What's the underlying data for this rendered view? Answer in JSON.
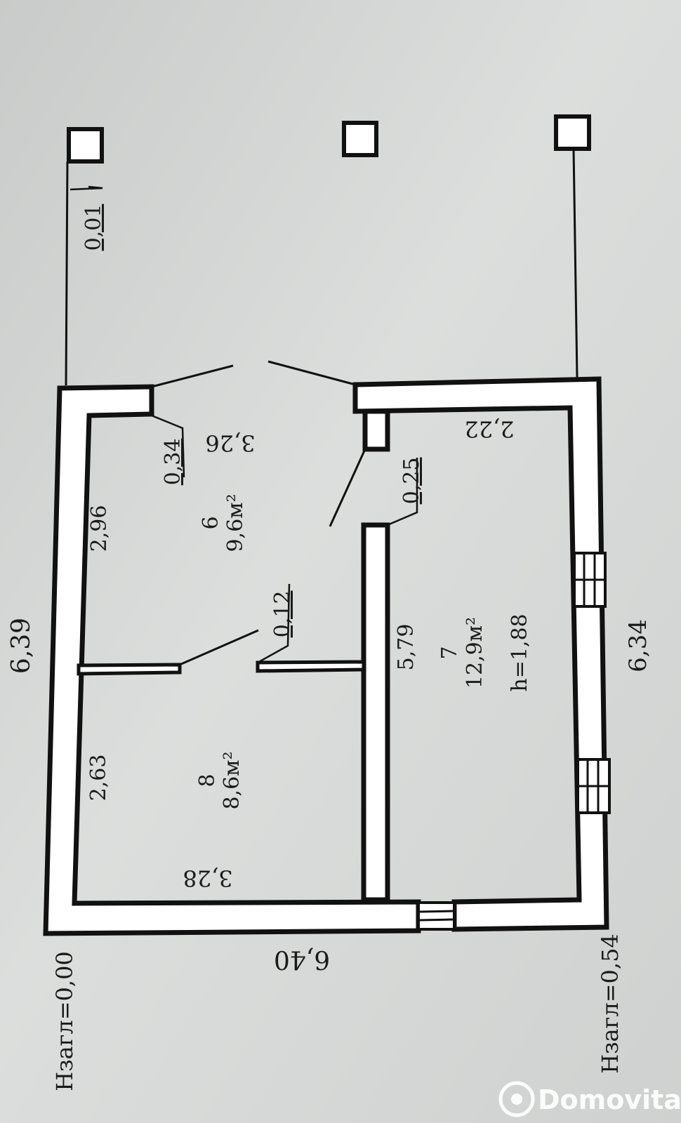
{
  "plan": {
    "total_top": "6,39",
    "total_bottom": "6,34",
    "total_left": "6,40",
    "level_left": "Нзагл=0,00",
    "level_right": "Нзагл=0,54",
    "dim_001": "0,01",
    "dim_034": "0,34",
    "dim_012": "0,12",
    "dim_025": "0,25"
  },
  "rooms": {
    "r6": {
      "number": "6",
      "area": "9,6м²",
      "len_a": "2,96",
      "len_b": "3,26"
    },
    "r7": {
      "number": "7",
      "area": "12,9м²",
      "height": "h=1,88",
      "len_a": "5,79",
      "len_b": "2,22"
    },
    "r8": {
      "number": "8",
      "area": "8,6м²",
      "len_a": "2,63",
      "len_b": "3,28"
    }
  },
  "watermark": {
    "text": "Domovita"
  }
}
